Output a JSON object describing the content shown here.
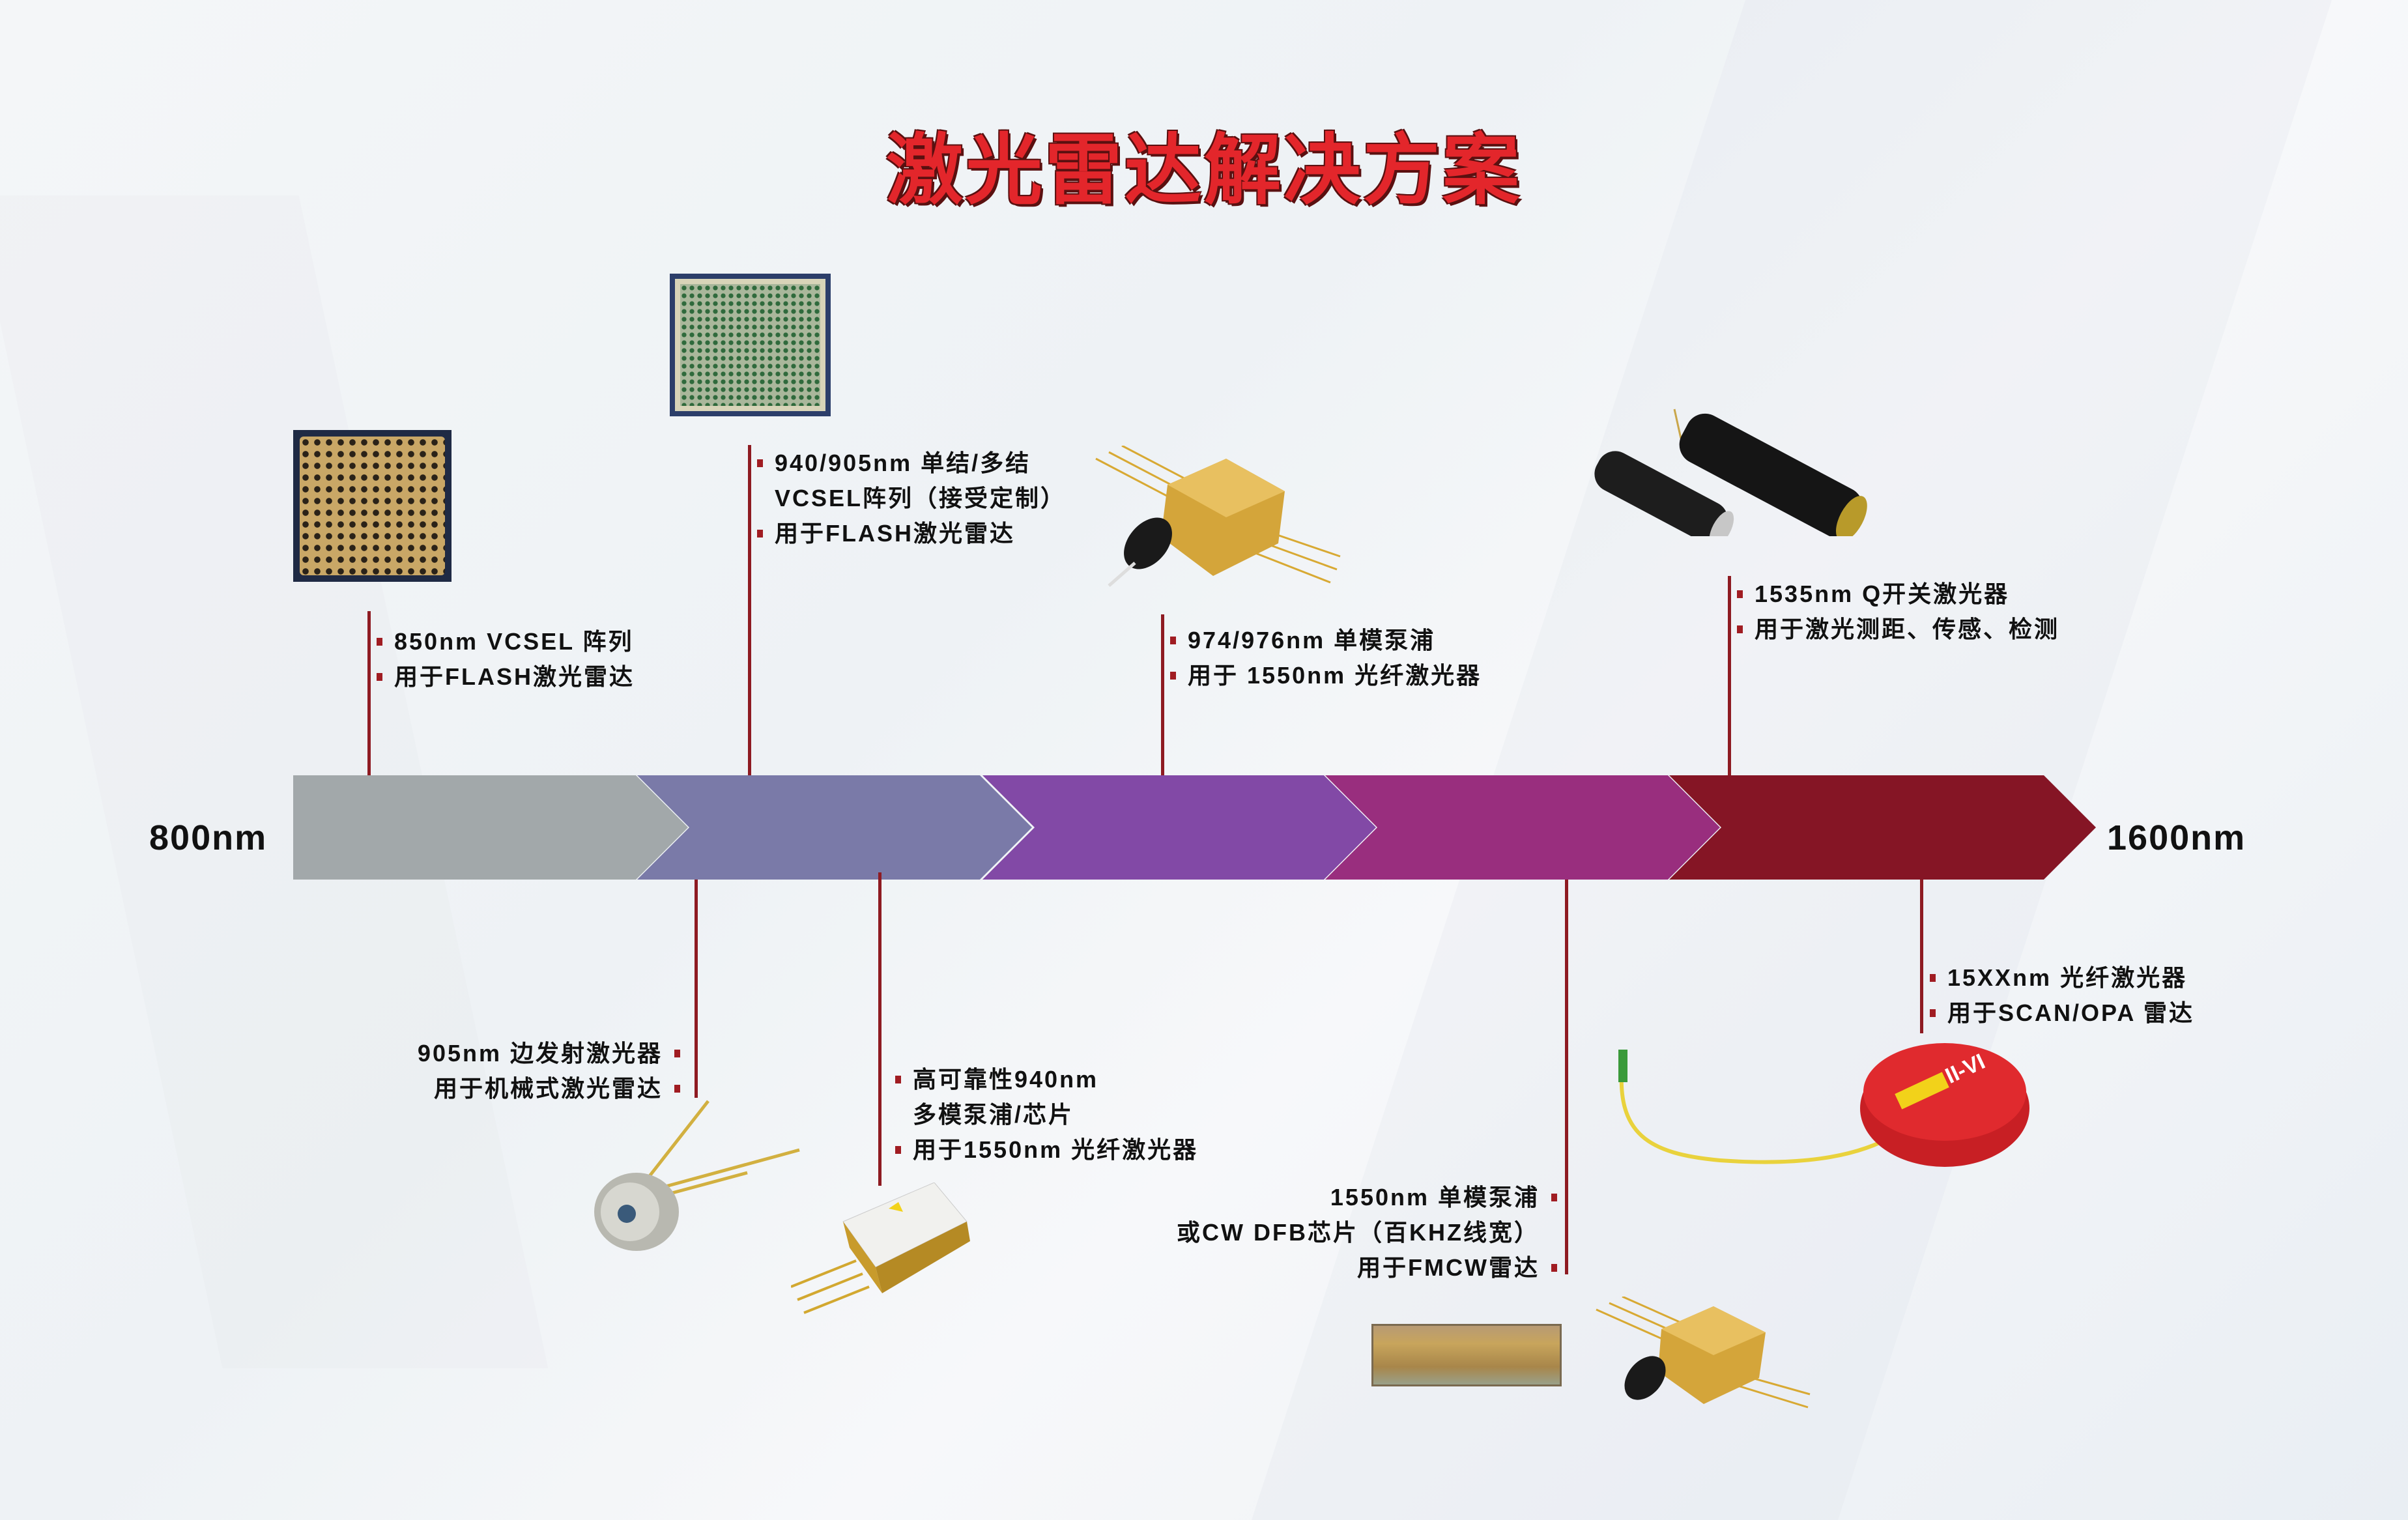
{
  "title": "激光雷达解决方案",
  "axis": {
    "start": "800nm",
    "end": "1600nm"
  },
  "colors": {
    "seg1": "#a2a8aa",
    "seg2": "#7a7aa8",
    "seg3": "#8249a6",
    "seg4": "#992e7e",
    "seg5": "#851525",
    "accent": "#a01c22",
    "title": "#e3262b"
  },
  "products": {
    "p850": {
      "l1": "850nm VCSEL 阵列",
      "l2": "用于FLASH激光雷达"
    },
    "p940": {
      "l1": "940/905nm 单结/多结",
      "l2": "VCSEL阵列（接受定制）",
      "l3": "用于FLASH激光雷达"
    },
    "p974": {
      "l1": "974/976nm 单模泵浦",
      "l2": "用于 1550nm 光纤激光器"
    },
    "p1535": {
      "l1": "1535nm Q开关激光器",
      "l2": "用于激光测距、传感、检测"
    },
    "p905": {
      "l1": "905nm 边发射激光器",
      "l2": "用于机械式激光雷达"
    },
    "p940hr": {
      "l1": "高可靠性940nm",
      "l2": "多模泵浦/芯片",
      "l3": "用于1550nm 光纤激光器"
    },
    "p1550": {
      "l1": "1550nm 单模泵浦",
      "l2": "或CW DFB芯片（百KHZ线宽）",
      "l3": "用于FMCW雷达"
    },
    "p15xx": {
      "l1": "15XXnm 光纤激光器",
      "l2": "用于SCAN/OPA 雷达"
    }
  },
  "logo": "II-VI"
}
